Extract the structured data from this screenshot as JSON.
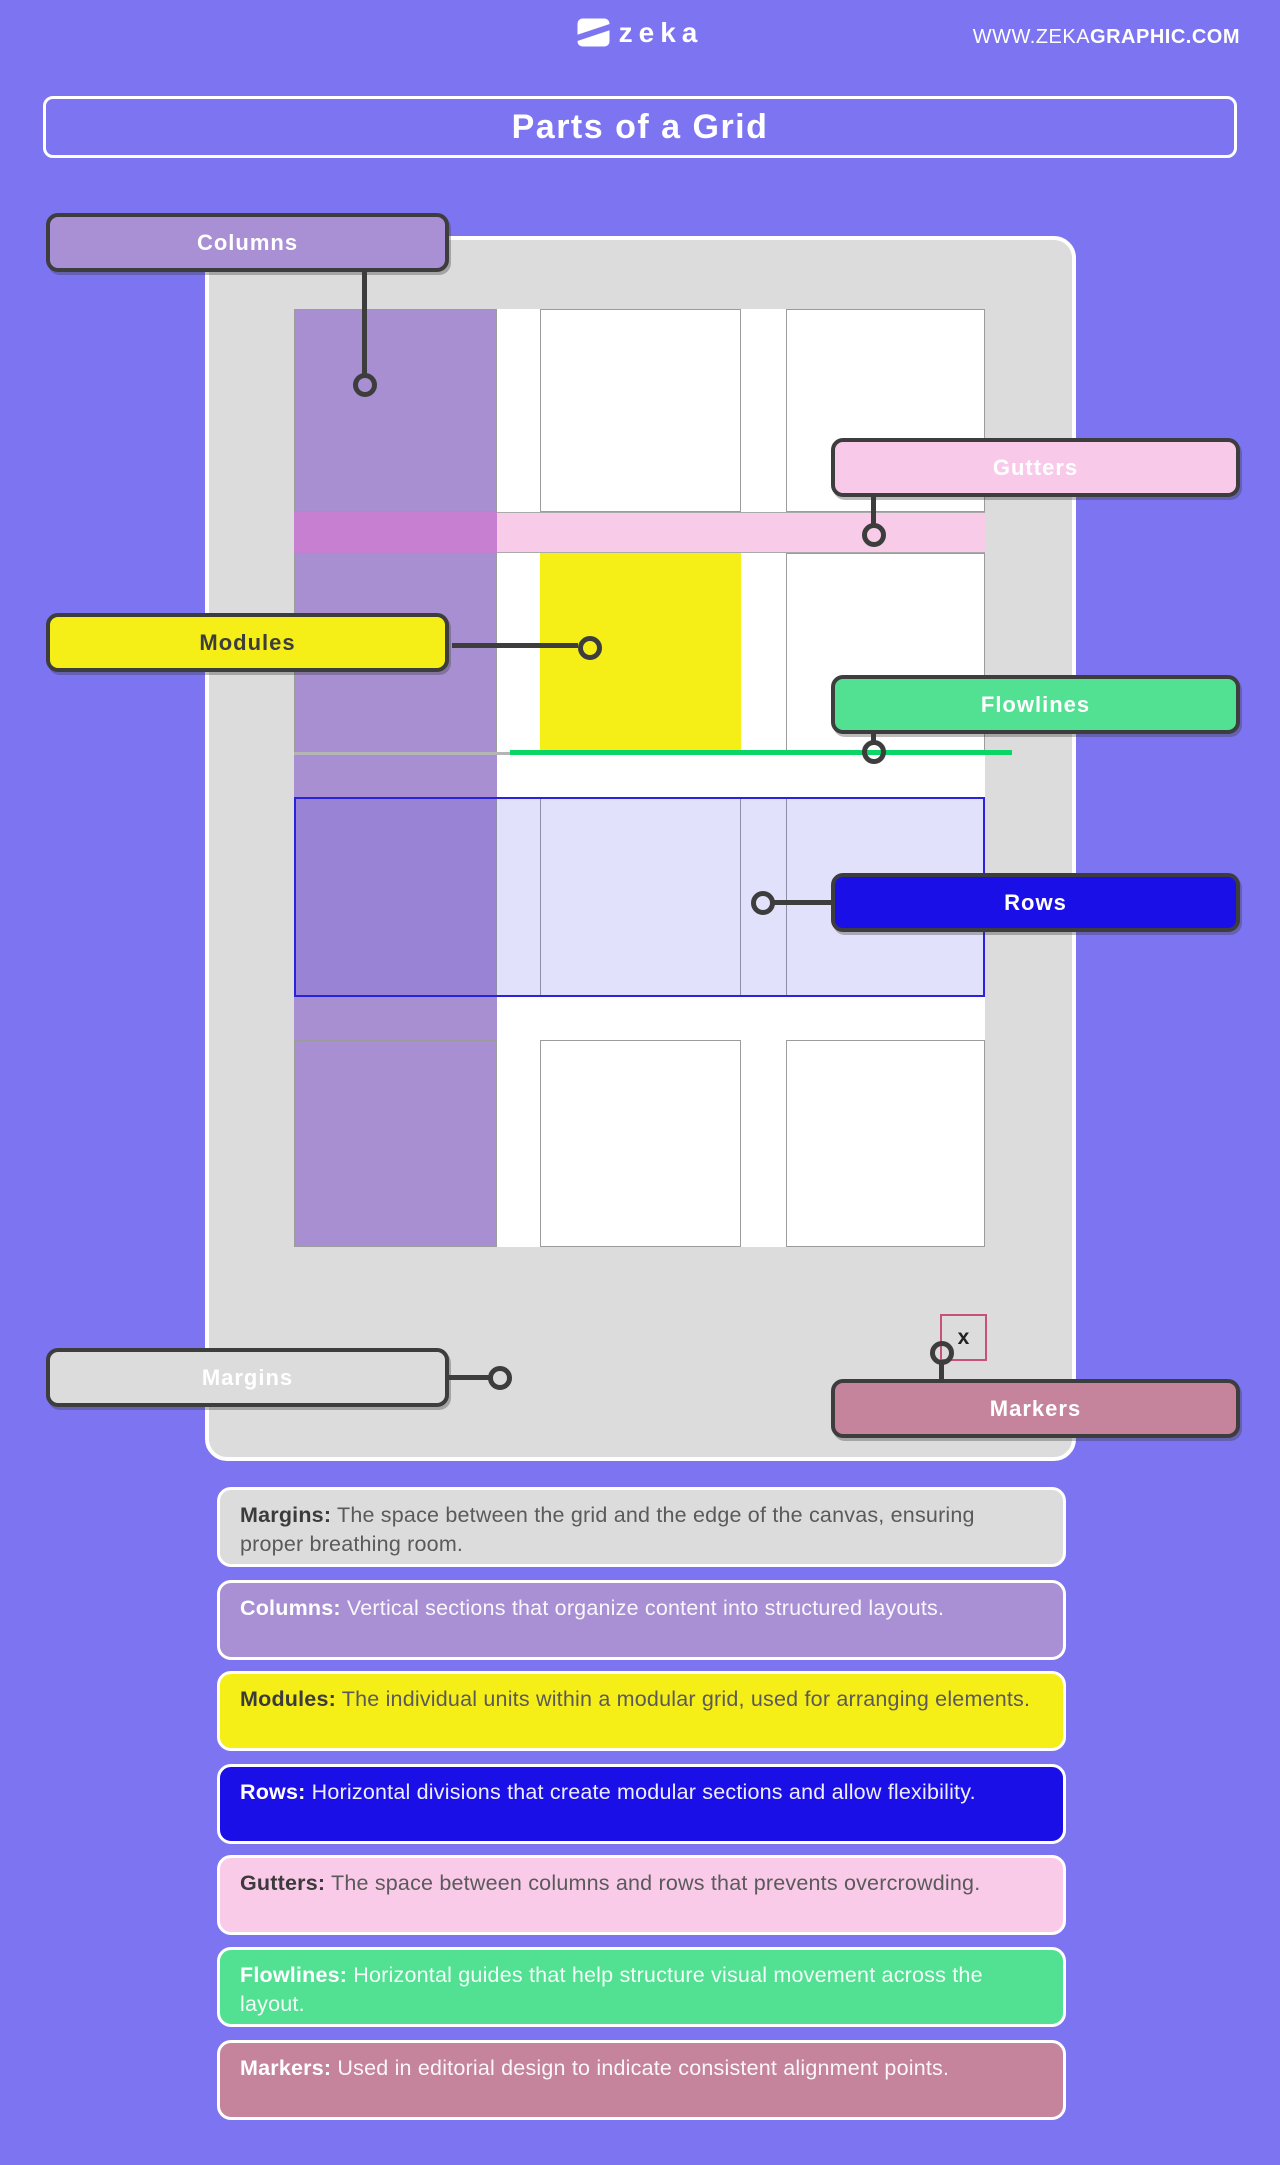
{
  "header": {
    "logo_text": "zeka",
    "url_regular": "WWW.ZEKA",
    "url_bold": "GRAPHIC.COM"
  },
  "title": "Parts of a Grid",
  "diagram": {
    "labels": {
      "columns": "Columns",
      "gutters": "Gutters",
      "modules": "Modules",
      "flowlines": "Flowlines",
      "rows": "Rows",
      "margins": "Margins",
      "markers": "Markers"
    },
    "marker_symbol": "x"
  },
  "descriptions": [
    {
      "term": "Margins:",
      "text": " The space between the grid and the edge of the canvas, ensuring proper breathing room.",
      "bg": "#dcdcdc",
      "fg": "#3b3b3b"
    },
    {
      "term": "Columns:",
      "text": " Vertical sections that organize content into structured layouts.",
      "bg": "#a98fd3",
      "fg": "#ffffff"
    },
    {
      "term": "Modules:",
      "text": " The individual units within a modular grid, used for arranging elements.",
      "bg": "#f6ee17",
      "fg": "#3b3b3b"
    },
    {
      "term": "Rows:",
      "text": " Horizontal divisions that create modular sections and allow flexibility.",
      "bg": "#1b0fe8",
      "fg": "#ffffff"
    },
    {
      "term": "Gutters:",
      "text": " The space between columns and rows that prevents overcrowding.",
      "bg": "#f9cbe9",
      "fg": "#3b3b3b"
    },
    {
      "term": "Flowlines:",
      "text": " Horizontal guides that help structure visual movement across the layout.",
      "bg": "#52e192",
      "fg": "#ffffff"
    },
    {
      "term": "Markers:",
      "text": " Used in editorial design to indicate consistent alignment points.",
      "bg": "#c5849b",
      "fg": "#ffffff"
    }
  ],
  "colors": {
    "page_background": "#7d74f2",
    "canvas": "#dcdcdc",
    "column_purple": "#a88fd1",
    "gutter_pink": "#f8cbe9",
    "gutter_over_column": "#c77fd2",
    "module_yellow": "#f6ee17",
    "flowline_green": "#0bd565",
    "rows_blue": "#1b0fe8",
    "rows_overlay_border": "#2a22dc",
    "markers_rose": "#c5849b",
    "marker_outline": "#c8507a",
    "callout": "#3d3d3d"
  }
}
